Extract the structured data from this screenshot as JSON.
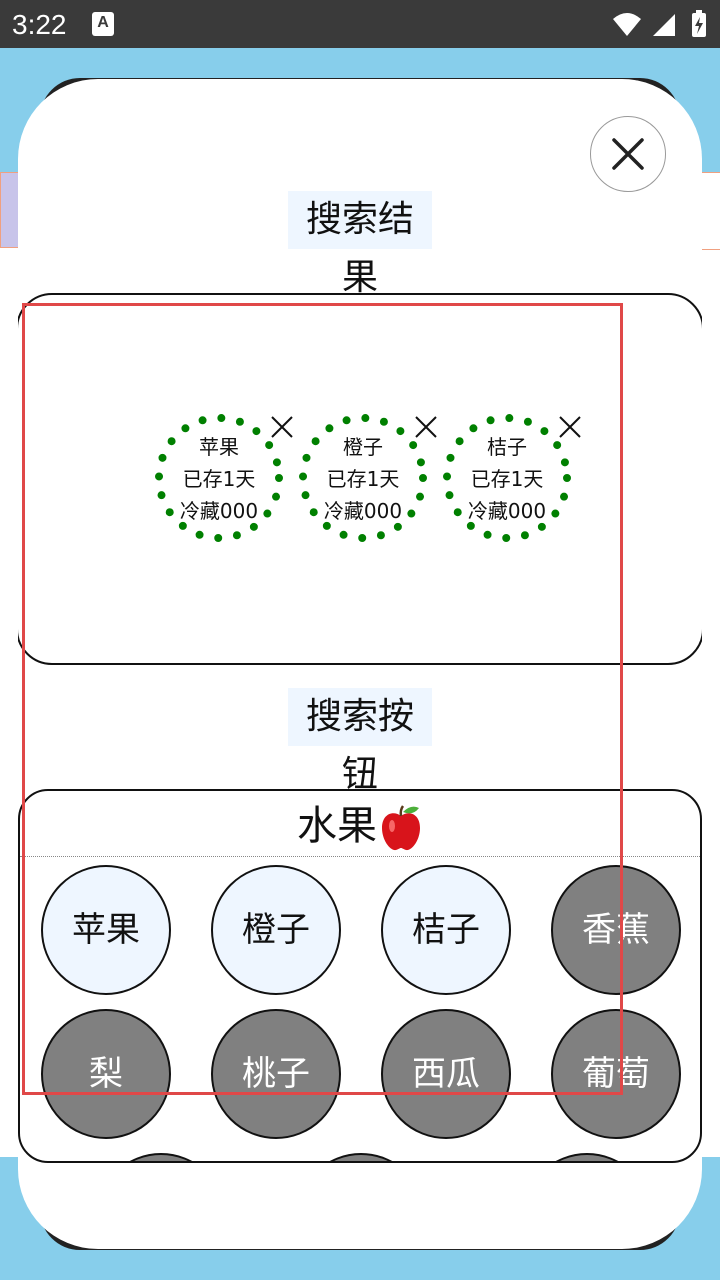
{
  "status_bar": {
    "time": "3:22",
    "notification_icon": "a-icon"
  },
  "modal": {
    "close_icon": "close-icon",
    "results_title": "搜索结果",
    "buttons_title": "搜索按钮",
    "results": [
      {
        "name": "苹果",
        "stored": "已存1天",
        "storage": "冷藏000"
      },
      {
        "name": "橙子",
        "stored": "已存1天",
        "storage": "冷藏000"
      },
      {
        "name": "桔子",
        "stored": "已存1天",
        "storage": "冷藏000"
      }
    ],
    "category": {
      "title": "水果",
      "icon": "apple-icon"
    },
    "fruits": [
      {
        "label": "苹果",
        "selected": true
      },
      {
        "label": "橙子",
        "selected": true
      },
      {
        "label": "桔子",
        "selected": true
      },
      {
        "label": "香蕉",
        "selected": false
      },
      {
        "label": "梨",
        "selected": false
      },
      {
        "label": "桃子",
        "selected": false
      },
      {
        "label": "西瓜",
        "selected": false
      },
      {
        "label": "葡萄",
        "selected": false
      }
    ]
  },
  "colors": {
    "selected_fill": "#eef6ff",
    "unselected_fill": "#808080",
    "ring_dots": "#008000",
    "highlight": "#e04848"
  }
}
